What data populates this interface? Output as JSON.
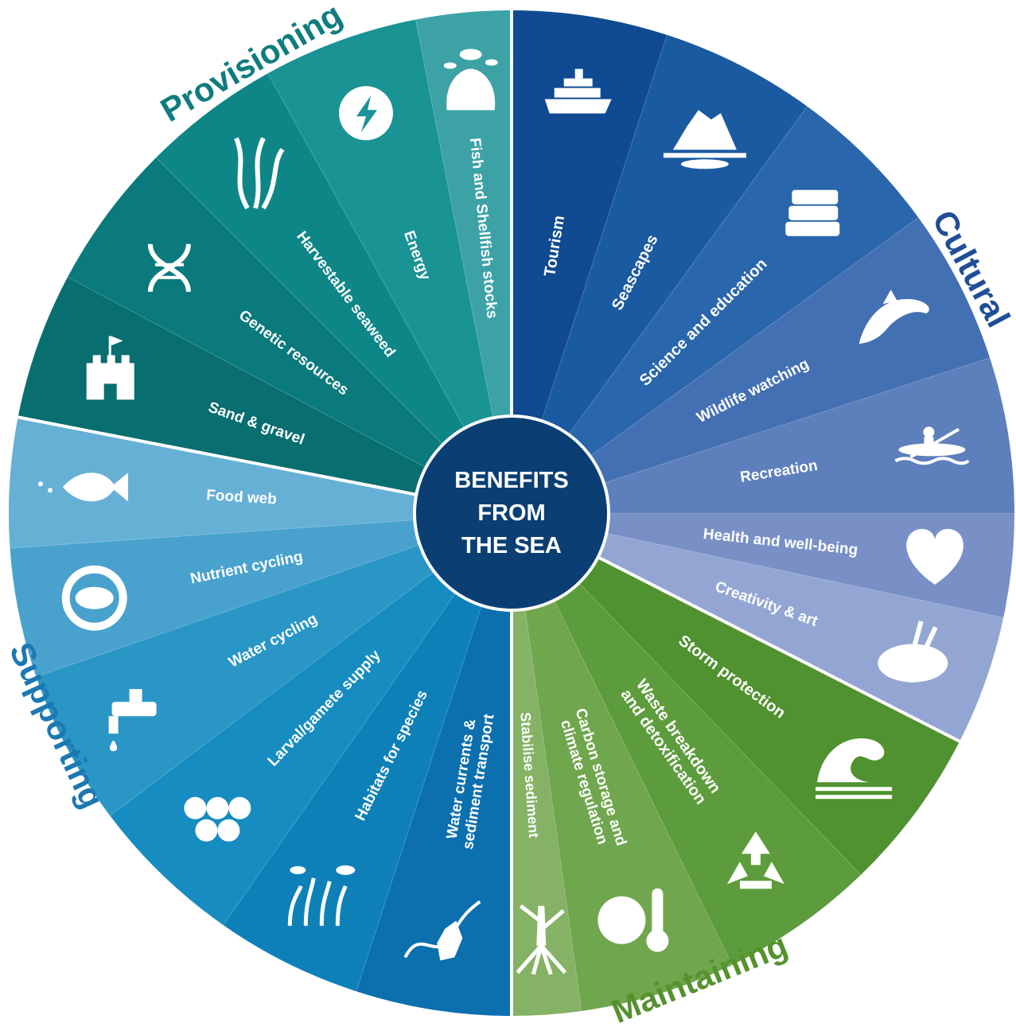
{
  "center": {
    "lines": [
      "BENEFITS",
      "FROM",
      "THE SEA"
    ],
    "color": "#0b3f73"
  },
  "categories": [
    {
      "key": "provisioning",
      "label": "Provisioning",
      "color": "#0f7c7e"
    },
    {
      "key": "cultural",
      "label": "Cultural",
      "color": "#1f4e97"
    },
    {
      "key": "maintaining",
      "label": "Maintaining",
      "color": "#55922e"
    },
    {
      "key": "supporting",
      "label": "Supporting",
      "color": "#1c78b0"
    }
  ],
  "segments": [
    {
      "label": [
        "Tourism"
      ],
      "icon": "cruise-ship-icon",
      "color": "#0f4a92",
      "category": "cultural"
    },
    {
      "label": [
        "Seascapes"
      ],
      "icon": "iceberg-icon",
      "color": "#1a5aa0",
      "category": "cultural"
    },
    {
      "label": [
        "Science and education"
      ],
      "icon": "books-icon",
      "color": "#2a66ab",
      "category": "cultural"
    },
    {
      "label": [
        "Wildlife watching"
      ],
      "icon": "dolphin-icon",
      "color": "#4370b2",
      "category": "cultural"
    },
    {
      "label": [
        "Recreation"
      ],
      "icon": "kayak-icon",
      "color": "#5d7fbb",
      "category": "cultural"
    },
    {
      "label": [
        "Health and well-being"
      ],
      "icon": "heart-icon",
      "color": "#7890c6",
      "category": "cultural"
    },
    {
      "label": [
        "Creativity & art"
      ],
      "icon": "palette-icon",
      "color": "#93a6d3",
      "category": "cultural"
    },
    {
      "label": [
        "Storm protection"
      ],
      "icon": "wave-icon",
      "color": "#4f922f",
      "category": "maintaining"
    },
    {
      "label": [
        "Waste breakdown",
        "and detoxification"
      ],
      "icon": "recycle-icon",
      "color": "#5d9c3c",
      "category": "maintaining"
    },
    {
      "label": [
        "Carbon storage and",
        "climate regulation"
      ],
      "icon": "globe-thermometer-icon",
      "color": "#70a64e",
      "category": "maintaining"
    },
    {
      "label": [
        "Stabilise sediment"
      ],
      "icon": "roots-icon",
      "color": "#85b264",
      "category": "maintaining"
    },
    {
      "label": [
        "Water currents &",
        "sediment transport"
      ],
      "icon": "currents-map-icon",
      "color": "#0c6fae",
      "category": "supporting"
    },
    {
      "label": [
        "Habitats for species"
      ],
      "icon": "seagrass-fish-icon",
      "color": "#0d80b8",
      "category": "supporting"
    },
    {
      "label": [
        "Larval/gamete supply"
      ],
      "icon": "eggs-icon",
      "color": "#168cc0",
      "category": "supporting"
    },
    {
      "label": [
        "Water cycling"
      ],
      "icon": "tap-icon",
      "color": "#2996c6",
      "category": "supporting"
    },
    {
      "label": [
        "Nutrient cycling"
      ],
      "icon": "cnp-cycle-icon",
      "color": "#48a2cd",
      "category": "supporting"
    },
    {
      "label": [
        "Food web"
      ],
      "icon": "fish-icon",
      "color": "#66b0d6",
      "category": "supporting"
    },
    {
      "label": [
        "Sand & gravel"
      ],
      "icon": "sandcastle-icon",
      "color": "#086e70",
      "category": "provisioning"
    },
    {
      "label": [
        "Genetic resources"
      ],
      "icon": "dna-icon",
      "color": "#0a7a7c",
      "category": "provisioning"
    },
    {
      "label": [
        "Harvestable seaweed"
      ],
      "icon": "seaweed-icon",
      "color": "#0e8688",
      "category": "provisioning"
    },
    {
      "label": [
        "Energy"
      ],
      "icon": "lightning-icon",
      "color": "#1a9395",
      "category": "provisioning"
    },
    {
      "label": [
        "Fish and Shellfish stocks"
      ],
      "icon": "shell-fish-icon",
      "color": "#3ca2a6",
      "category": "provisioning"
    }
  ]
}
